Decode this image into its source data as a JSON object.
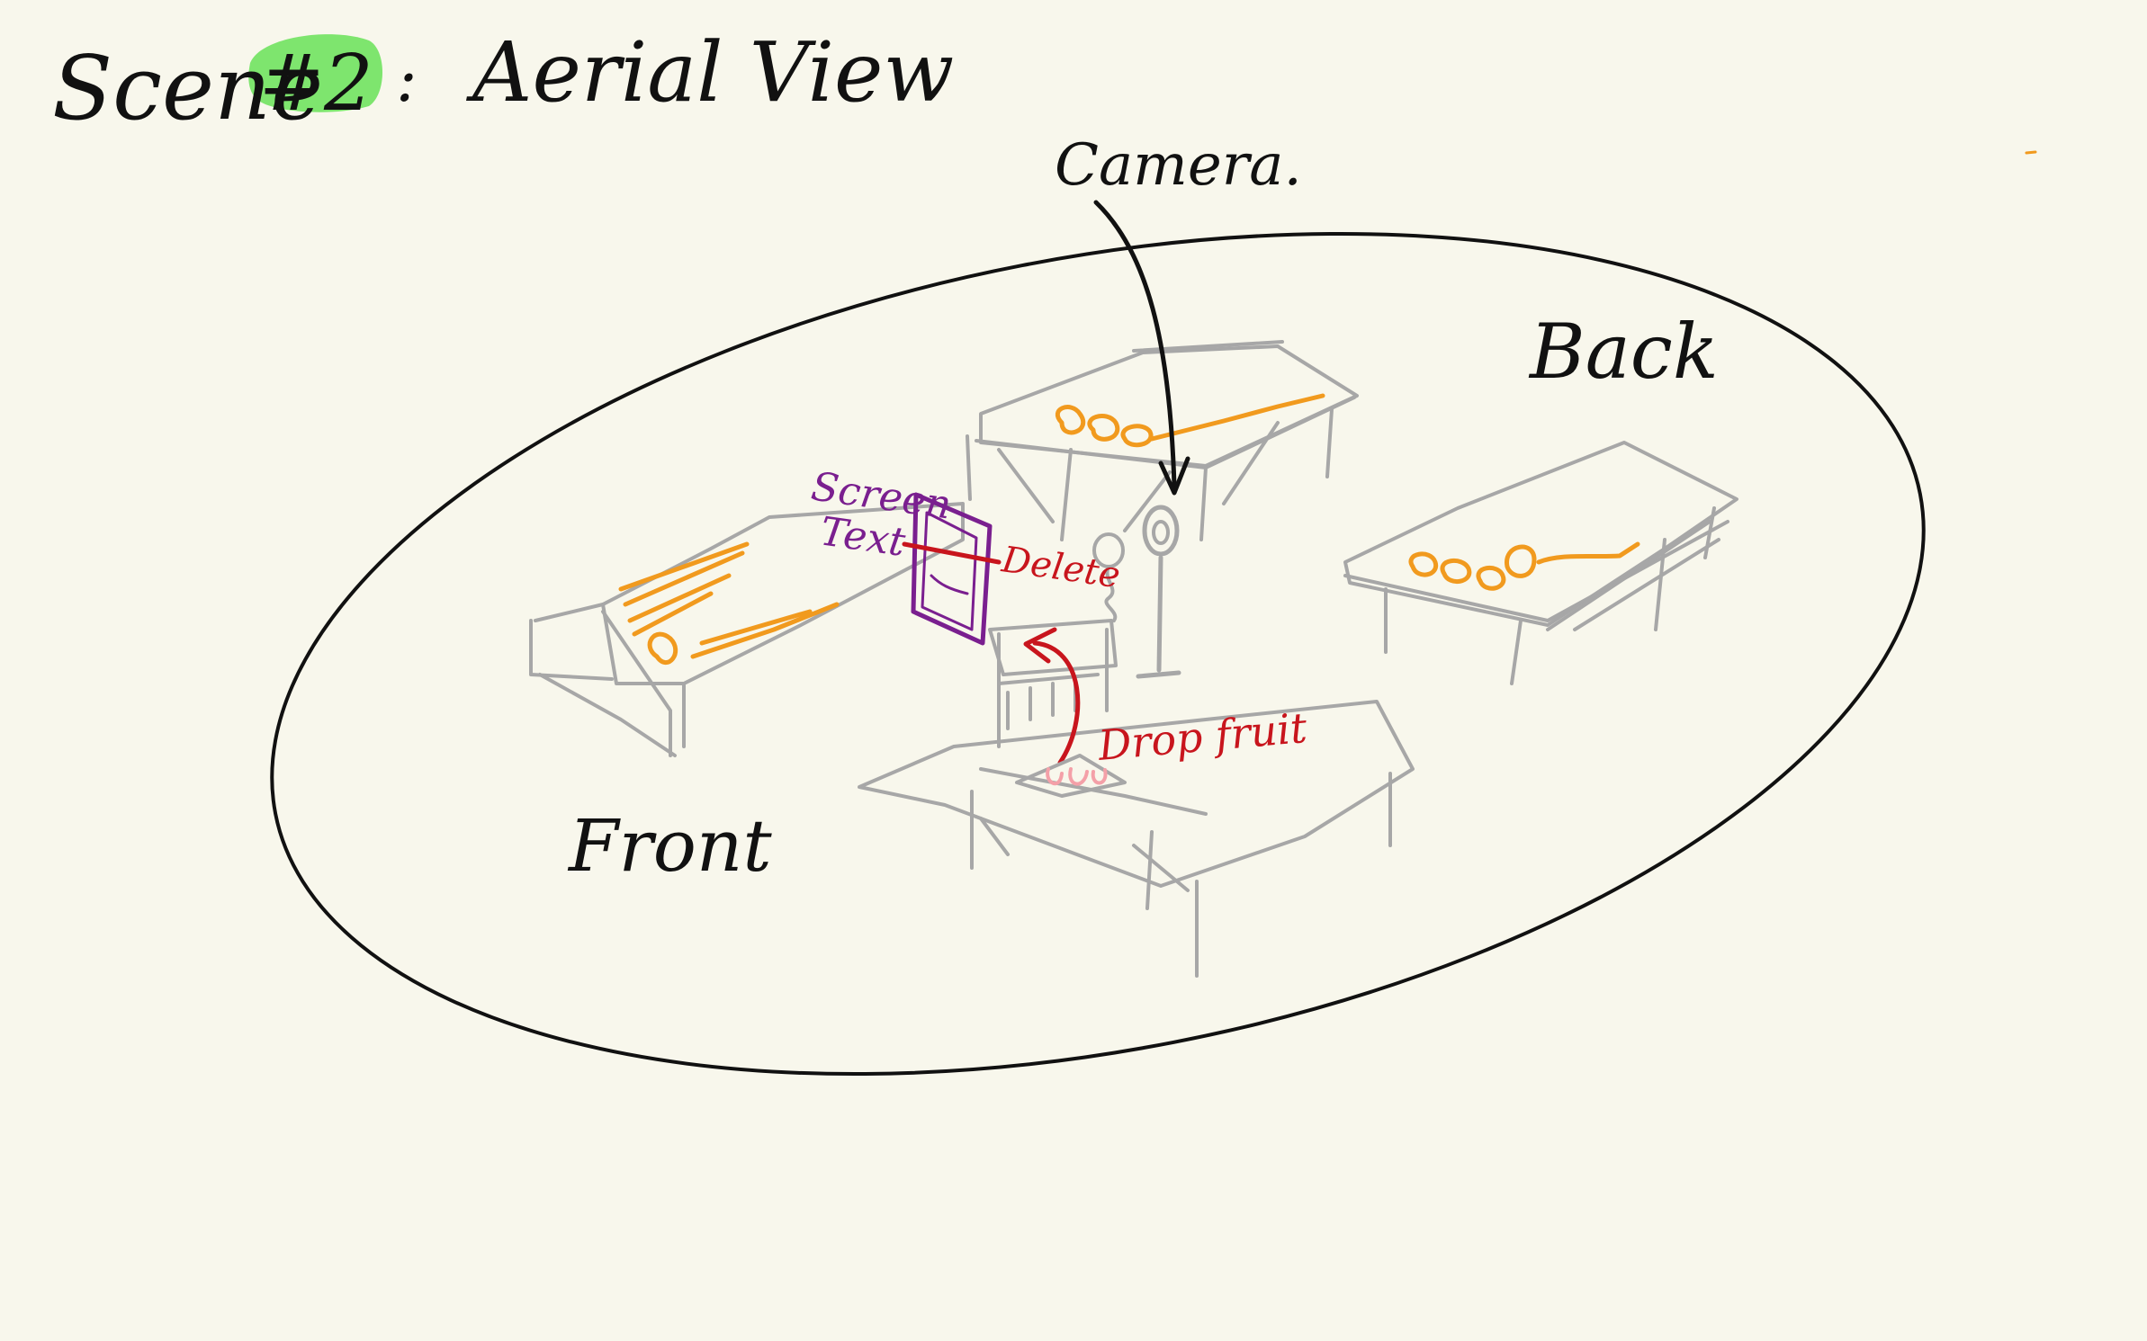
{
  "title": {
    "prefix": "Scene",
    "number": "#2",
    "separator": ":",
    "rest": "Aerial View"
  },
  "labels": {
    "camera": "Camera.",
    "back": "Back",
    "front": "Front",
    "screen_text_line1": "Screen",
    "screen_text_line2": "Text",
    "delete": "Delete",
    "drop_fruit": "Drop fruit"
  },
  "colors": {
    "background": "#f8f7ec",
    "highlight": "#7ee56e",
    "ink": "#111111",
    "furniture": "#a7a7a7",
    "fruit": "#f19a1e",
    "screen": "#7a1f8f",
    "annotation": "#c8151d",
    "drop_item": "#f4a0a8"
  },
  "icons": [
    "camera-tripod-icon",
    "arrow-icon"
  ]
}
